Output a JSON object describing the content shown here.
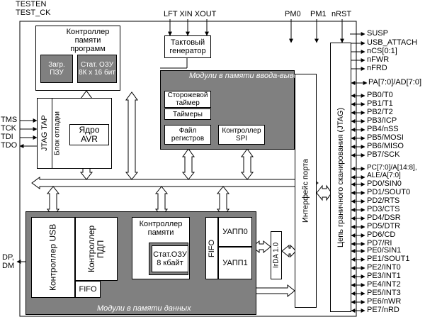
{
  "top_left": [
    "TESTEN",
    "TEST_CK"
  ],
  "jtag_pins": [
    "TMS",
    "TCK",
    "TDI",
    "TDO"
  ],
  "usb_pins": [
    "DP,",
    "DM"
  ],
  "clock_pins": "LFT XIN XOUT",
  "mode_pins": [
    "PM0",
    "PM1",
    "nRST"
  ],
  "right_pins_top": [
    "SUSP",
    "USB_ATTACH",
    "nCS[0:1]",
    "nFWR",
    "nFRD"
  ],
  "right_pins_pa": "PA[7:0]/AD[7:0]",
  "right_pins_pb": [
    "PB0/T0",
    "PB1/T1",
    "PB2/T2",
    "PB3/ICP",
    "PB4/nSS",
    "PB5/MOSI",
    "PB6/MISO",
    "PB7/SCK"
  ],
  "right_pins_pc": [
    "PC[7:0]/A[14:8],",
    "ALE/A[7:0]"
  ],
  "right_pins_pd": [
    "PD0/SIN0",
    "PD1/SOUT0",
    "PD2/RTS",
    "PD3/CTS",
    "PD4/DSR",
    "PD5/DTR",
    "PD6/CD",
    "PD7/RI"
  ],
  "right_pins_pe": [
    "PE0/SIN1",
    "PE1/SOUT1",
    "PE2/INT0",
    "PE3/INT1",
    "PE4/INT2",
    "PE5/INT3",
    "PE6/nWR",
    "PE7/nRD"
  ],
  "blocks": {
    "prog_mem_ctrl": "Контроллер памяти программ",
    "rom": "Загр. ПЗУ",
    "sram": "Стат. ОЗУ 8К x 16 бит",
    "clock_gen": "Тактовый генератор",
    "io_modules": "Модули в памяти ввода-вывода",
    "watchdog": "Сторожевой таймер",
    "timers": "Таймеры",
    "regfile": "Файл регистров",
    "spi": "Контроллер SPI",
    "jtag_tap": "JTAG TAP",
    "debug": "Блок отладки",
    "avr_core": "Ядро AVR",
    "port_if": "Интерфейс порта",
    "scan_chain": "Цепь граничного сканирования (JTAG)",
    "usb_ctrl": "Контроллер USB",
    "pdp_ctrl": "Контроллер ПДП",
    "fifo": "FIFO",
    "mem_ctrl": "Контроллер памяти",
    "ram8k": "Стат.ОЗУ 8 кбайт",
    "uart0": "УАПП0",
    "uart1": "УАПП1",
    "fifo2": "FIFO",
    "irda": "IrDA 1.0",
    "data_modules": "Модули в памяти данных"
  }
}
